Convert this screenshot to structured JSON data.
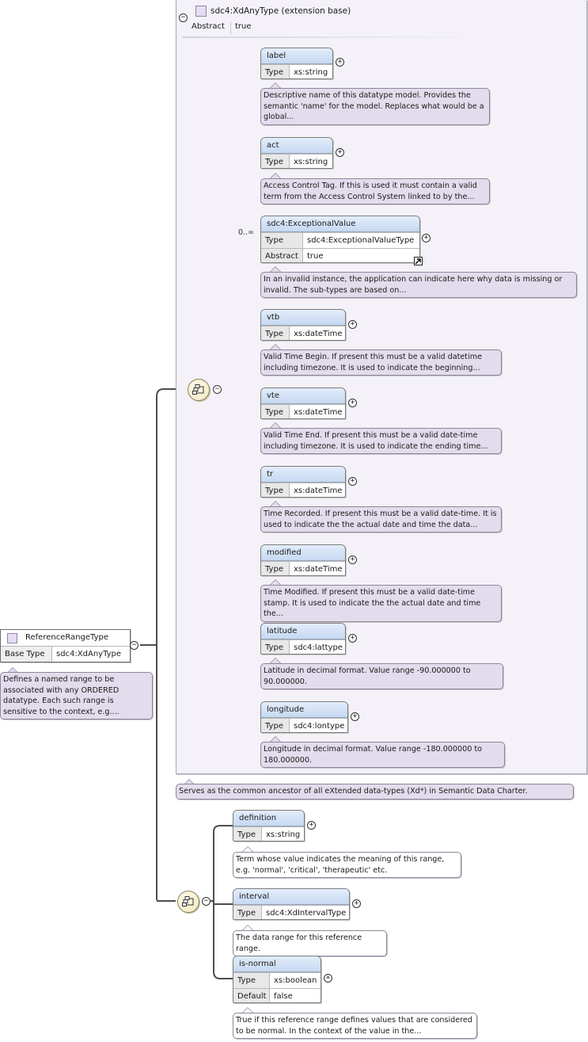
{
  "root": {
    "name": "ReferenceRangeType",
    "base_type_label": "Base Type",
    "base_type_value": "sdc4:XdAnyType",
    "doc": "Defines a named range to be associated with any ORDERED datatype. Each such range is sensitive to the context, e.g...."
  },
  "extension": {
    "title": "sdc4:XdAnyType (extension base)",
    "abstract_label": "Abstract",
    "abstract_value": "true",
    "doc": "Serves as the common ancestor of all eXtended data-types (Xd*) in Semantic Data Charter."
  },
  "base_elements": [
    {
      "name": "label",
      "type_label": "Type",
      "type": "xs:string",
      "doc": "Descriptive name of this datatype model. Provides the semantic 'name' for the model. Replaces what would be a global..."
    },
    {
      "name": "act",
      "type_label": "Type",
      "type": "xs:string",
      "doc": "Access Control Tag. If this is used it must contain a valid term from the Access Control System linked to by the..."
    },
    {
      "name": "sdc4:ExceptionalValue",
      "type_label": "Type",
      "type": "sdc4:ExceptionalValueType",
      "abstract_label": "Abstract",
      "abstract_value": "true",
      "cardinality": "0..∞",
      "doc": "In an invalid instance, the application can indicate here why data is missing or invalid. The sub-types are based on..."
    },
    {
      "name": "vtb",
      "type_label": "Type",
      "type": "xs:dateTime",
      "doc": "Valid Time Begin. If present this must be a valid datetime including timezone. It is used to indicate the beginning..."
    },
    {
      "name": "vte",
      "type_label": "Type",
      "type": "xs:dateTime",
      "doc": "Valid Time End. If present this must be a valid date-time including timezone. It is used to indicate the ending time..."
    },
    {
      "name": "tr",
      "type_label": "Type",
      "type": "xs:dateTime",
      "doc": "Time Recorded. If present this must be a valid date-time. It is used to indicate the the actual date and time the data..."
    },
    {
      "name": "modified",
      "type_label": "Type",
      "type": "xs:dateTime",
      "doc": "Time Modified. If present this must be a valid date-time stamp. It is used to indicate the the actual date and time the..."
    },
    {
      "name": "latitude",
      "type_label": "Type",
      "type": "sdc4:lattype",
      "doc": "Latitude in decimal format. Value range -90.000000 to 90.000000."
    },
    {
      "name": "longitude",
      "type_label": "Type",
      "type": "sdc4:lontype",
      "doc": "Longitude in decimal format. Value range -180.000000 to 180.000000."
    }
  ],
  "own_elements": [
    {
      "name": "definition",
      "type_label": "Type",
      "type": "xs:string",
      "doc": "Term whose value indicates the meaning of this range, e.g. 'normal', 'critical', 'therapeutic' etc."
    },
    {
      "name": "interval",
      "type_label": "Type",
      "type": "sdc4:XdIntervalType",
      "doc": "The data range for this reference range."
    },
    {
      "name": "is-normal",
      "type_label": "Type",
      "type": "xs:boolean",
      "default_label": "Default",
      "default_value": "false",
      "doc": "True if this reference range defines values that are considered to be normal. In the context of the value in the..."
    }
  ],
  "icons": {
    "expand": "plus-circle-icon",
    "collapse": "minus-circle-icon",
    "sequence": "sequence-compositor-icon",
    "type": "complex-type-icon",
    "derived": "derived-type-arrow-icon"
  },
  "colors": {
    "element_header": "#c6d8f1",
    "annotation": "#e2dcec",
    "extension_bg": "#f4f2f8",
    "compositor": "#f0e6be"
  }
}
